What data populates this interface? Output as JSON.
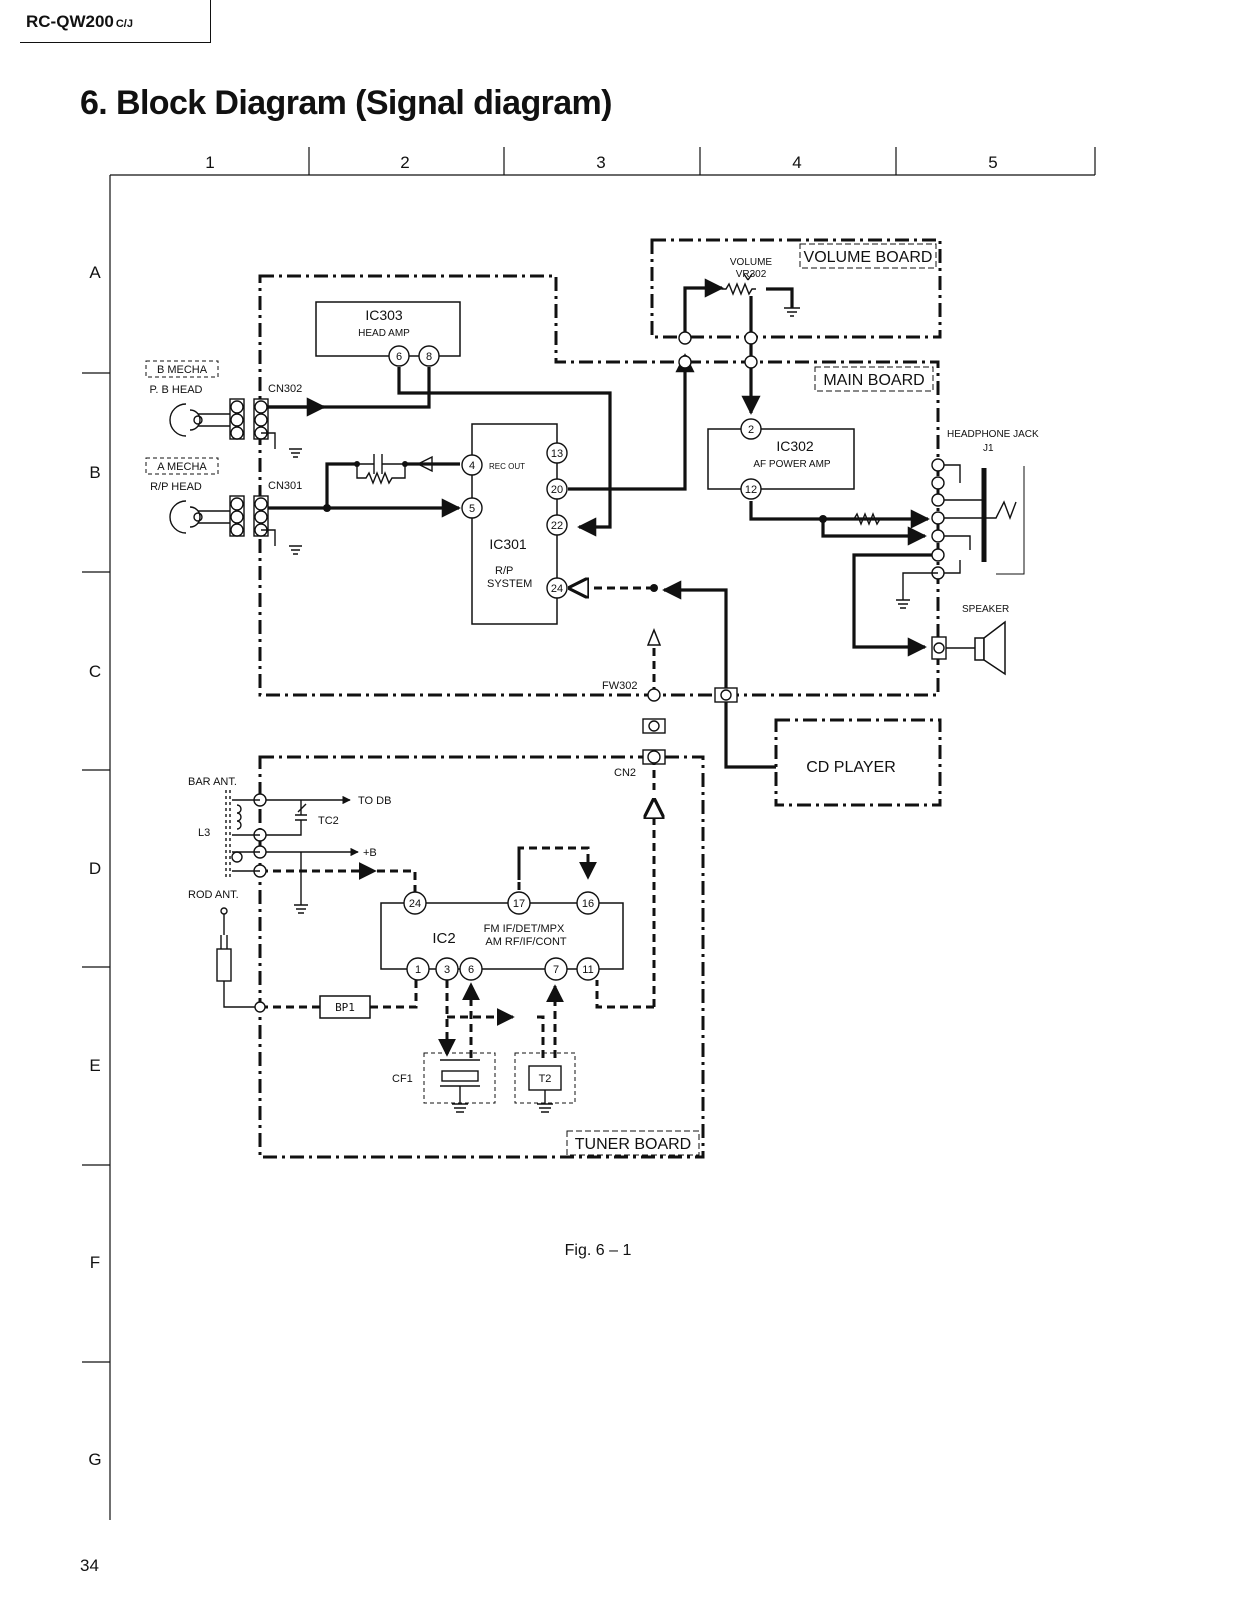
{
  "header": {
    "model": "RC-QW200",
    "model_suffix": "C/J"
  },
  "page_title": "6. Block Diagram (Signal diagram)",
  "grid": {
    "columns": [
      "1",
      "2",
      "3",
      "4",
      "5"
    ],
    "rows": [
      "A",
      "B",
      "C",
      "D",
      "E",
      "F",
      "G"
    ]
  },
  "boards": {
    "volume": "VOLUME BOARD",
    "main": "MAIN BOARD",
    "tuner": "TUNER BOARD"
  },
  "components": {
    "volume": "VOLUME",
    "vr302": "VR302",
    "ic303": "IC303",
    "ic303_desc": "HEAD AMP",
    "b_mecha": "B MECHA",
    "pb_head": "P. B HEAD",
    "a_mecha": "A MECHA",
    "rp_head": "R/P HEAD",
    "cn302": "CN302",
    "cn301": "CN301",
    "rec_out": "REC OUT",
    "ic301": "IC301",
    "ic301_desc1": "R/P",
    "ic301_desc2": "SYSTEM",
    "ic302": "IC302",
    "ic302_desc": "AF POWER AMP",
    "headphone": "HEADPHONE JACK",
    "j1": "J1",
    "speaker": "SPEAKER",
    "fw302": "FW302",
    "cn2": "CN2",
    "cd_player": "CD PLAYER",
    "bar_ant": "BAR ANT.",
    "l3": "L3",
    "tc2": "TC2",
    "to_db": "TO DB",
    "plus_b": "+B",
    "rod_ant": "ROD ANT.",
    "ic2": "IC2",
    "ic2_desc1": "FM IF/DET/MPX",
    "ic2_desc2": "AM RF/IF/CONT",
    "bp1": "BP1",
    "cf1": "CF1",
    "t2": "T2"
  },
  "pins": {
    "ic303": [
      "6",
      "8"
    ],
    "ic301": [
      "4",
      "5",
      "13",
      "20",
      "22",
      "24"
    ],
    "ic302": [
      "2",
      "12"
    ],
    "ic2_top": [
      "24",
      "17",
      "16"
    ],
    "ic2_bottom": [
      "1",
      "3",
      "6",
      "7",
      "11"
    ]
  },
  "figure_caption": "Fig. 6 – 1",
  "page_number": "34"
}
